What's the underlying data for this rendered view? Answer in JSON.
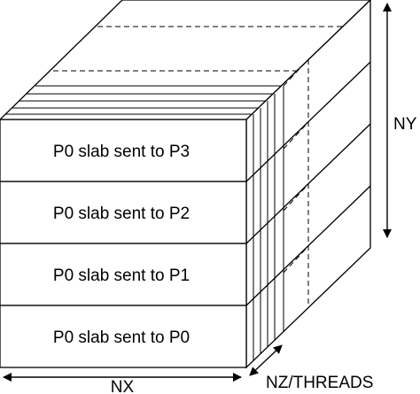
{
  "slabs": [
    {
      "label": "P0 slab sent to P3"
    },
    {
      "label": "P0 slab sent to P2"
    },
    {
      "label": "P0 slab sent to P1"
    },
    {
      "label": "P0 slab sent to P0"
    }
  ],
  "axes": {
    "nx": "NX",
    "ny": "NY",
    "nz": "NZ/THREADS"
  }
}
